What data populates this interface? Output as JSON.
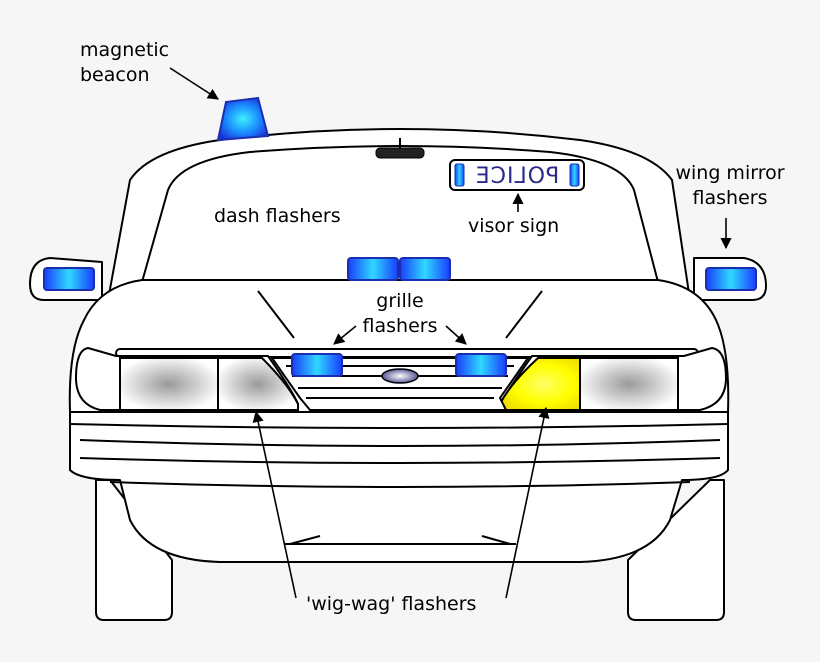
{
  "labels": {
    "magnetic_beacon": [
      "magnetic",
      "beacon"
    ],
    "dash_flashers": "dash flashers",
    "visor_sign": "visor sign",
    "wing_mirror_flashers": [
      "wing mirror",
      "flashers"
    ],
    "grille_flashers": [
      "grille",
      "flashers"
    ],
    "wig_wag_flashers": "'wig-wag' flashers"
  },
  "sign_text": "POLICE",
  "colors": {
    "background": "#f6f6f6",
    "car_body": "#ffffff",
    "outline": "#000000",
    "beacon_blue": "#1a6cff",
    "beacon_cyan": "#2fd8ff",
    "wigwag_yellow": "#ffff00",
    "sign_text": "#2a2a8a"
  }
}
